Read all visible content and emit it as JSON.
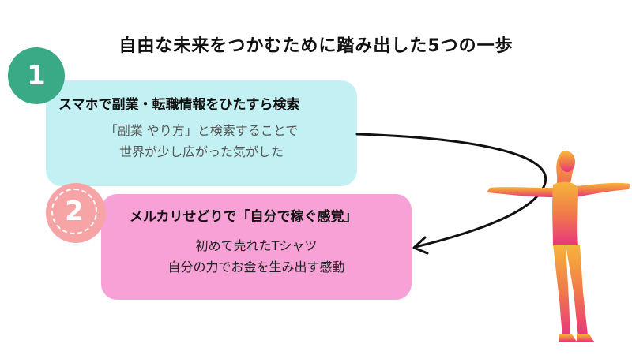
{
  "title": "自由な未来をつかむために踏み出した5つの一歩",
  "colors": {
    "step1_badge": "#3aa986",
    "step1_box": "#c3f1f3",
    "step2_badge": "#f7a4a6",
    "step2_box": "#f7a1d6",
    "silhouette_top": "#f6b53a",
    "silhouette_bottom": "#e8337f"
  },
  "steps": [
    {
      "number": "1",
      "heading": "スマホで副業・転職情報をひたすら検索",
      "lines": [
        "「副業 やり方」と検索することで",
        "世界が少し広がった気がした"
      ]
    },
    {
      "number": "2",
      "heading": "メルカリせどりで「自分で稼ぐ感覚」",
      "lines": [
        "初めて売れたTシャツ",
        "自分の力でお金を生み出す感動"
      ]
    }
  ],
  "icons": {
    "arrow": "curved-arrow-icon",
    "figure": "woman-silhouette-icon"
  }
}
